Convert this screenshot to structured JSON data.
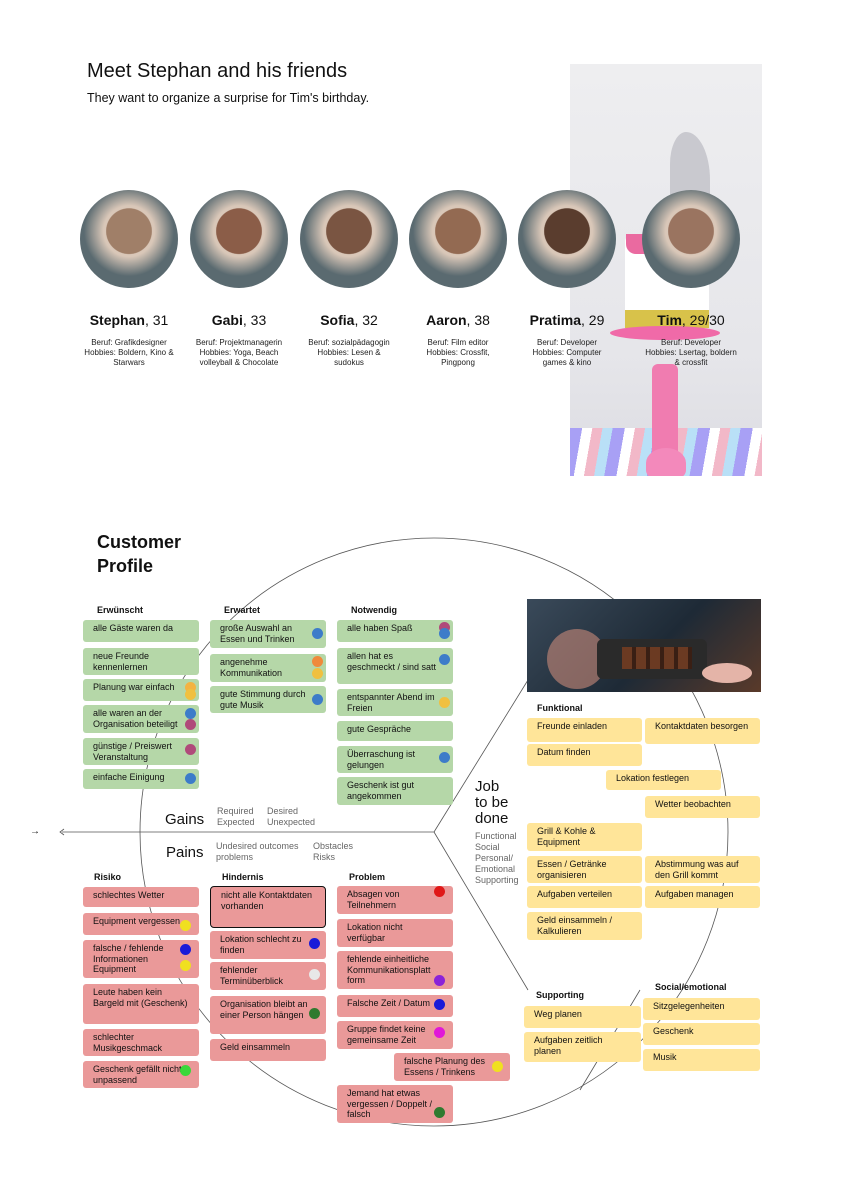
{
  "header": {
    "title": "Meet Stephan and his friends",
    "subtitle": "They want to organize a surprise for Tim's birthday."
  },
  "persons": [
    {
      "name": "Stephan",
      "age": ", 31",
      "l1": "Beruf: Grafikdesigner",
      "l2": "Hobbies: Boldern, Kino &",
      "l3": "Starwars"
    },
    {
      "name": "Gabi",
      "age": ", 33",
      "l1": "Beruf: Projektmanagerin",
      "l2": "Hobbies: Yoga, Beach",
      "l3": "volleyball & Chocolate"
    },
    {
      "name": "Sofia",
      "age": ", 32",
      "l1": "Beruf: sozialpädagogin",
      "l2": "Hobbies: Lesen &",
      "l3": "sudokus"
    },
    {
      "name": "Aaron",
      "age": ", 38",
      "l1": "Beruf: Film editor",
      "l2": "Hobbies: Crossfit,",
      "l3": "Pingpong"
    },
    {
      "name": "Pratima",
      "age": ", 29",
      "l1": "Beruf: Developer",
      "l2": "Hobbies: Computer",
      "l3": "games & kino"
    },
    {
      "name": "Tim",
      "age": ", 29/30",
      "l1": "Beruf: Developer",
      "l2": "Hobbies: Lsertag, boldern",
      "l3": "& crossfit"
    }
  ],
  "profile": {
    "title_l1": "Customer",
    "title_l2": "Profile",
    "gains_label": "Gains",
    "pains_label": "Pains",
    "job_label_l1": "Job",
    "job_label_l2": "to be",
    "job_label_l3": "done",
    "gains_sub1": "Required",
    "gains_sub2": "Expected",
    "gains_sub3": "Desired",
    "gains_sub4": "Unexpected",
    "pains_sub1": "Undesired outcomes",
    "pains_sub2": "problems",
    "pains_sub3": "Obstacles",
    "pains_sub4": "Risks",
    "job_sub1": "Functional",
    "job_sub2": "Social",
    "job_sub3": "Personal/",
    "job_sub4": "Emotional",
    "job_sub5": "Supporting",
    "arrow": "→"
  },
  "columns": {
    "erwuenscht": "Erwünscht",
    "erwartet": "Erwartet",
    "notwendig": "Notwendig",
    "risiko": "Risiko",
    "hindernis": "Hindernis",
    "problem": "Problem",
    "funktional": "Funktional",
    "supporting": "Supporting",
    "social": "Social/emotional"
  },
  "notes": {
    "g1": "alle Gäste waren da",
    "g2": "neue Freunde kennenlernen",
    "g3": "Planung war einfach",
    "g4": "alle waren an der Organisation beteiligt",
    "g5": "günstige / Preiswert Veranstaltung",
    "g6": "einfache Einigung",
    "g7": "große Auswahl an Essen und Trinken",
    "g8": "angenehme Kommunikation",
    "g9": "gute Stimmung durch gute Musik",
    "g10": "alle haben Spaß",
    "g11": "allen hat es geschmeckt / sind satt",
    "g12": "entspannter Abend im Freien",
    "g13": "gute Gespräche",
    "g14": "Überraschung ist gelungen",
    "g15": "Geschenk ist gut angekommen",
    "r1": "schlechtes Wetter",
    "r2": "Equipment vergessen",
    "r3": "falsche / fehlende Informationen Equipment",
    "r4": "Leute haben kein Bargeld mit (Geschenk)",
    "r5": "schlechter Musikgeschmack",
    "r6": "Geschenk gefällt nicht / unpassend",
    "r7": "nicht alle Kontaktdaten vorhanden",
    "r8": "Lokation schlecht zu finden",
    "r9": "fehlender Terminüberblick",
    "r10": "Organisation bleibt an einer Person hängen",
    "r11": "Geld einsammeln",
    "r12": "Absagen von Teilnehmern",
    "r13": "Lokation nicht verfügbar",
    "r14": "fehlende einheitliche Kommunikationsplatt form",
    "r15": "Falsche Zeit / Datum",
    "r16": "Gruppe findet keine gemeinsame Zeit",
    "r17": "falsche Planung des Essens / Trinkens",
    "r18": "Jemand hat etwas vergessen / Doppelt / falsch",
    "y1": "Freunde einladen",
    "y2": "Kontaktdaten besorgen",
    "y3": "Datum finden",
    "y4": "Lokation festlegen",
    "y5": "Wetter beobachten",
    "y6": "Grill & Kohle & Equipment",
    "y7": "Essen / Getränke organisieren",
    "y8": "Abstimmung was auf den Grill kommt",
    "y9": "Aufgaben verteilen",
    "y10": "Aufgaben managen",
    "y11": "Geld einsammeln / Kalkulieren",
    "y12": "Weg planen",
    "y13": "Aufgaben zeitlich planen",
    "y14": "Sitzgelegenheiten",
    "y15": "Geschenk",
    "y16": "Musik"
  },
  "colors": {
    "green": "#b5d7a8",
    "red": "#ea9999",
    "yellow": "#ffe599"
  }
}
